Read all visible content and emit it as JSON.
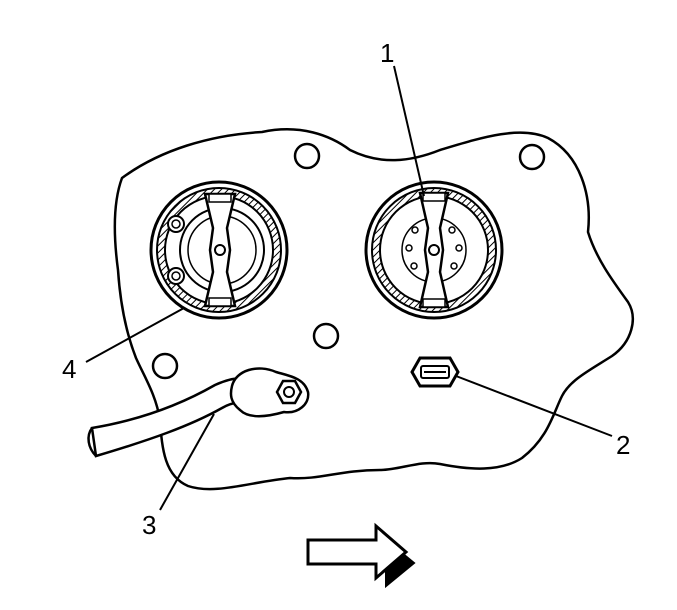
{
  "callouts": {
    "c1": "1",
    "c2": "2",
    "c3": "3",
    "c4": "4"
  },
  "colors": {
    "ink": "#000000",
    "paper": "#ffffff"
  },
  "icons": {
    "arrow": "direction-arrow-icon"
  }
}
